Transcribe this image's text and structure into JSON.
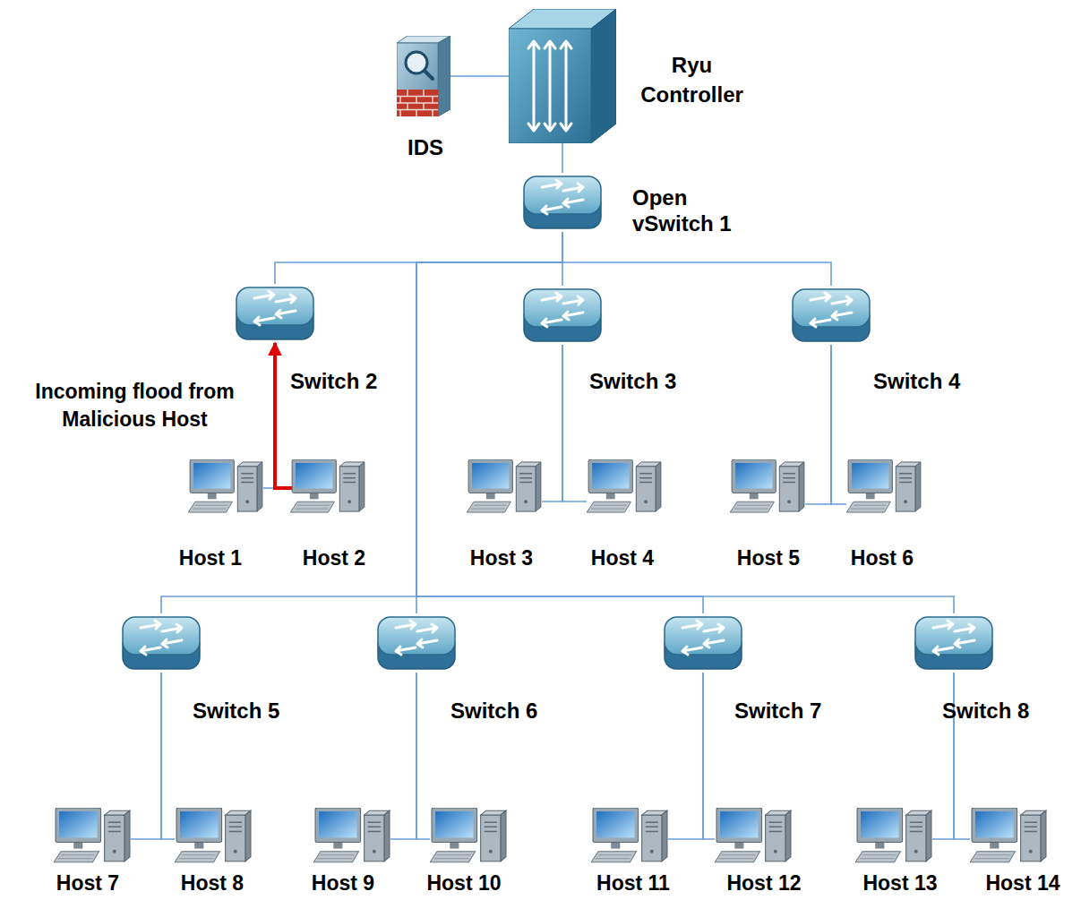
{
  "diagram": {
    "nodes": [
      {
        "text": [
          "IDS"
        ]
      },
      {
        "text": [
          "Ryu Controller"
        ]
      },
      {
        "text": [
          "Open vSwitch 1"
        ]
      },
      {
        "text": [
          "Switch 2"
        ]
      },
      {
        "text": [
          "Switch 3"
        ]
      },
      {
        "text": [
          "Switch 4"
        ]
      },
      {
        "text": [
          "Host 1"
        ]
      },
      {
        "text": [
          "Host 2"
        ]
      },
      {
        "text": [
          "Host 3"
        ]
      },
      {
        "text": [
          "Host 4"
        ]
      },
      {
        "text": [
          "Host 5"
        ]
      },
      {
        "text": [
          "Host 6"
        ]
      },
      {
        "text": [
          "Switch 5"
        ]
      },
      {
        "text": [
          "Switch 6"
        ]
      },
      {
        "text": [
          "Switch 7"
        ]
      },
      {
        "text": [
          "Switch 8"
        ]
      },
      {
        "text": [
          "Host 7"
        ]
      },
      {
        "text": [
          "Host 8"
        ]
      },
      {
        "text": [
          "Host 9"
        ]
      },
      {
        "text": [
          "Host 10"
        ]
      },
      {
        "text": [
          "Host 11"
        ]
      },
      {
        "text": [
          "Host 12"
        ]
      },
      {
        "text": [
          "Host 13"
        ]
      },
      {
        "text": [
          "Host 14"
        ]
      }
    ],
    "edges": [
      {
        "from": 0,
        "to": 1,
        "arrow": "none"
      },
      {
        "from": 1,
        "to": 2,
        "arrow": "none"
      },
      {
        "from": 2,
        "to": 3,
        "arrow": "none"
      },
      {
        "from": 2,
        "to": 4,
        "arrow": "none"
      },
      {
        "from": 2,
        "to": 5,
        "arrow": "none"
      },
      {
        "from": 2,
        "to": 12,
        "arrow": "none"
      },
      {
        "from": 2,
        "to": 13,
        "arrow": "none"
      },
      {
        "from": 2,
        "to": 14,
        "arrow": "none"
      },
      {
        "from": 2,
        "to": 15,
        "arrow": "none"
      },
      {
        "from": 6,
        "to": 7,
        "arrow": "none"
      },
      {
        "from": 7,
        "to": 3,
        "arrow": "to"
      },
      {
        "from": 4,
        "to": 8,
        "arrow": "none"
      },
      {
        "from": 4,
        "to": 9,
        "arrow": "none"
      },
      {
        "from": 5,
        "to": 10,
        "arrow": "none"
      },
      {
        "from": 5,
        "to": 11,
        "arrow": "none"
      },
      {
        "from": 12,
        "to": 16,
        "arrow": "none"
      },
      {
        "from": 12,
        "to": 17,
        "arrow": "none"
      },
      {
        "from": 13,
        "to": 18,
        "arrow": "none"
      },
      {
        "from": 13,
        "to": 19,
        "arrow": "none"
      },
      {
        "from": 14,
        "to": 20,
        "arrow": "none"
      },
      {
        "from": 14,
        "to": 21,
        "arrow": "none"
      },
      {
        "from": 15,
        "to": 22,
        "arrow": "none"
      },
      {
        "from": 15,
        "to": 23,
        "arrow": "none"
      }
    ],
    "labels": [
      "Incoming flood from Malicious Host"
    ]
  }
}
